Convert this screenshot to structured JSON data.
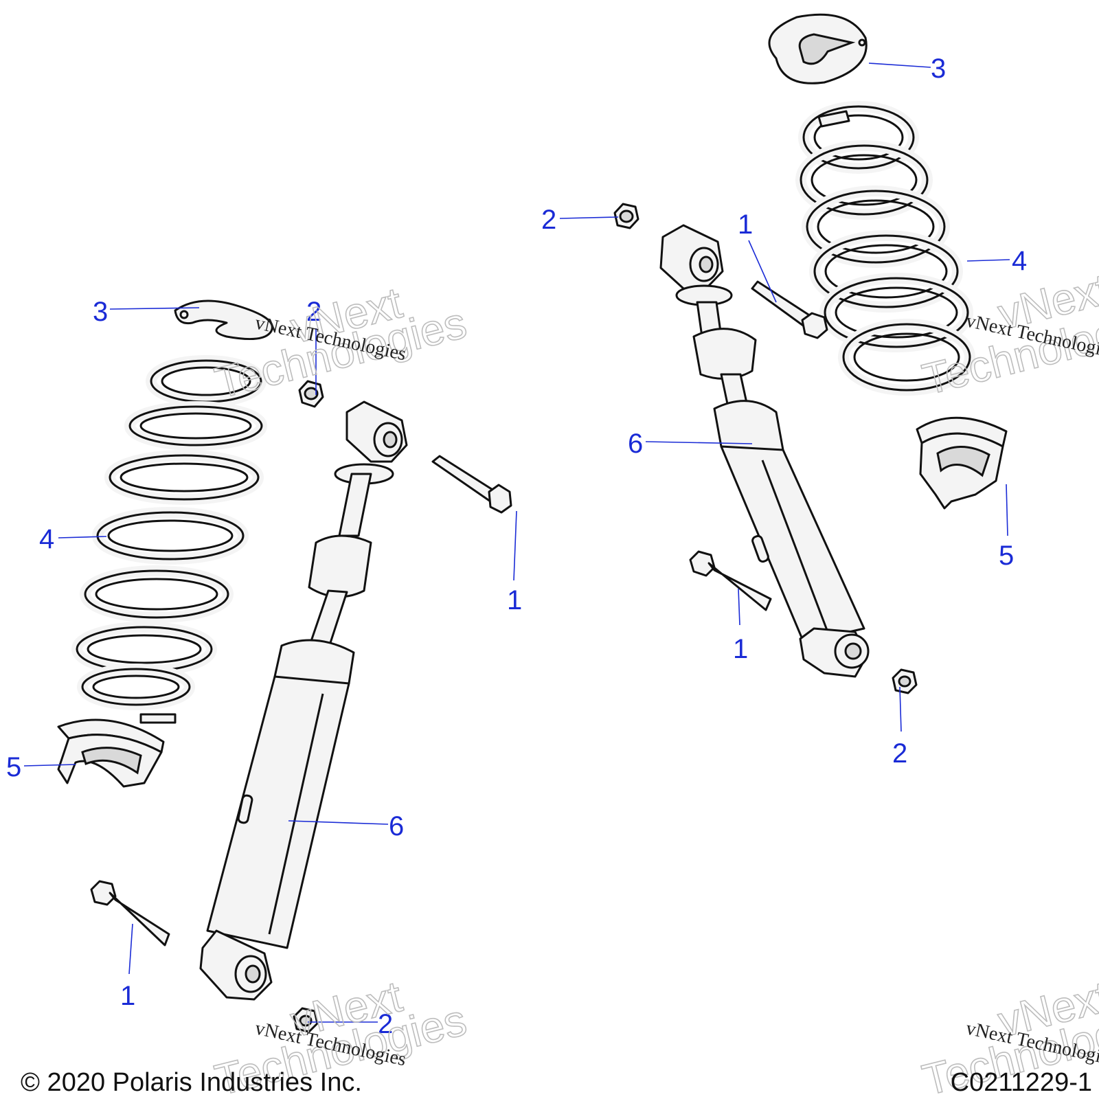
{
  "callouts": {
    "left": {
      "bolt_top": "1",
      "bolt_bottom": "1",
      "nut_top": "2",
      "nut_bottom": "2",
      "retainer": "3",
      "spring": "4",
      "seat": "5",
      "shock": "6"
    },
    "right": {
      "bolt_top": "1",
      "bolt_bottom": "1",
      "nut_top": "2",
      "nut_bottom": "2",
      "retainer": "3",
      "spring": "4",
      "seat": "5",
      "shock": "6"
    }
  },
  "watermarks": {
    "script_text": "vNext Technologies",
    "brand_line1": "vNext",
    "brand_line2": "Technologies"
  },
  "footer": {
    "copyright": "© 2020 Polaris Industries Inc.",
    "figure_id": "C0211229-1"
  },
  "colors": {
    "callout": "#1a2bd6",
    "linework": "#111111"
  }
}
